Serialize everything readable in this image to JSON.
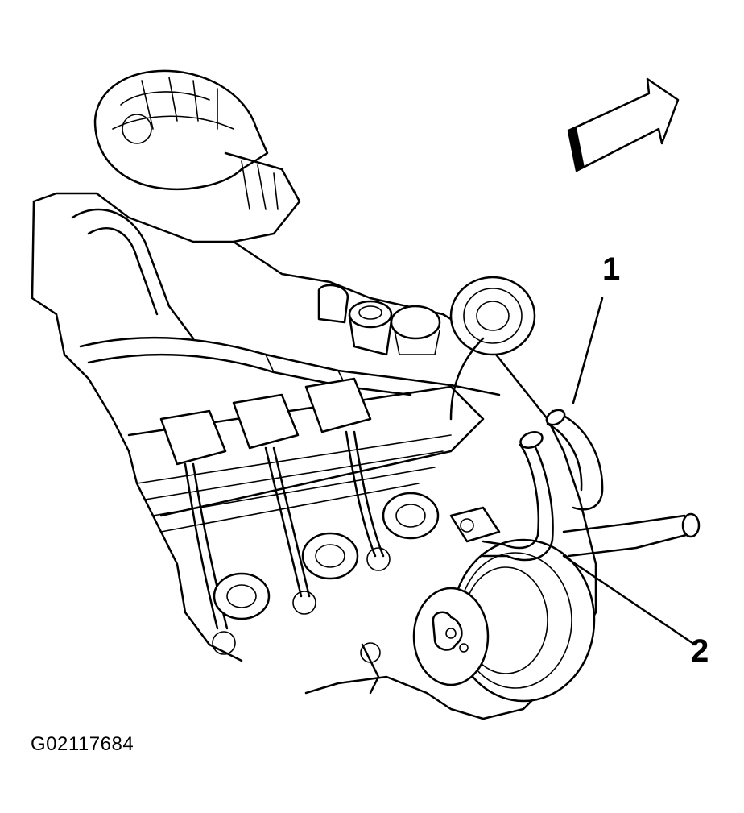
{
  "diagram": {
    "callouts": [
      {
        "number": "1"
      },
      {
        "number": "2"
      }
    ],
    "figure_code": "G02117684",
    "icons": {
      "direction": "front-direction-arrow-icon",
      "engine": "engine-assembly-illustration"
    },
    "colors": {
      "line": "#000000",
      "background": "#ffffff"
    }
  }
}
